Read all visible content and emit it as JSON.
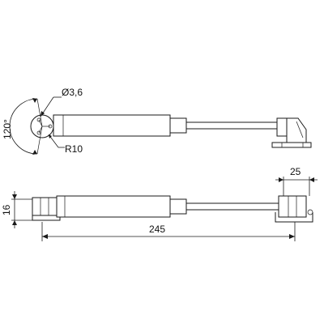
{
  "drawing": {
    "top_view": {
      "hole_diameter_label": "Ø3,6",
      "angle_label": "120°",
      "radius_label": "R10"
    },
    "side_view": {
      "height_label": "16",
      "length_label": "245",
      "bracket_label": "25"
    }
  }
}
